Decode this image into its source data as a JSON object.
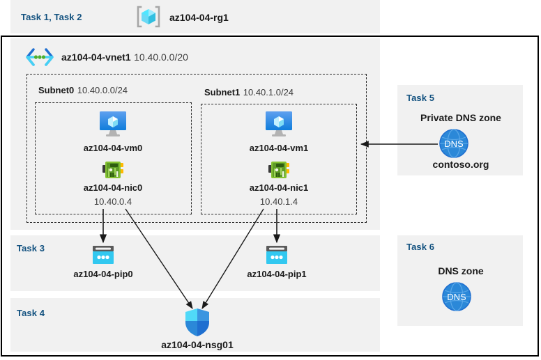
{
  "header": {
    "task_label": "Task 1, Task 2",
    "resource_group_icon": "resource-group-icon",
    "resource_group_name": "az104-04-rg1"
  },
  "vnet": {
    "icon": "virtual-network-icon",
    "name": "az104-04-vnet1",
    "cidr": "10.40.0.0/20",
    "subnets": [
      {
        "name": "Subnet0",
        "cidr": "10.40.0.0/24",
        "vm": {
          "icon": "virtual-machine-icon",
          "name": "az104-04-vm0"
        },
        "nic": {
          "icon": "network-interface-icon",
          "name": "az104-04-nic0",
          "ip": "10.40.0.4"
        }
      },
      {
        "name": "Subnet1",
        "cidr": "10.40.1.0/24",
        "vm": {
          "icon": "virtual-machine-icon",
          "name": "az104-04-vm1"
        },
        "nic": {
          "icon": "network-interface-icon",
          "name": "az104-04-nic1",
          "ip": "10.40.1.4"
        }
      }
    ]
  },
  "task3": {
    "task_label": "Task 3",
    "pip0": {
      "icon": "public-ip-address-icon",
      "name": "az104-04-pip0"
    },
    "pip1": {
      "icon": "public-ip-address-icon",
      "name": "az104-04-pip1"
    }
  },
  "task4": {
    "task_label": "Task 4",
    "nsg": {
      "icon": "network-security-group-icon",
      "name": "az104-04-nsg01"
    }
  },
  "task5": {
    "task_label": "Task 5",
    "title": "Private DNS zone",
    "icon": "dns-zone-icon",
    "icon_text": "DNS",
    "zone_name": "contoso.org"
  },
  "task6": {
    "task_label": "Task 6",
    "title": "DNS zone",
    "icon": "dns-zone-icon",
    "icon_text": "DNS"
  },
  "colors": {
    "task_label": "#12517f",
    "panel_bg": "#f1f1f1",
    "page_bg": "#ffffff",
    "dashed_border": "#2b2b2b",
    "arrow": "#1a1a1a",
    "cyan": "#32c8f0",
    "azure_blue": "#0078d4",
    "nic_green": "#66a63c",
    "dns_blue": "#1f6fd0"
  }
}
